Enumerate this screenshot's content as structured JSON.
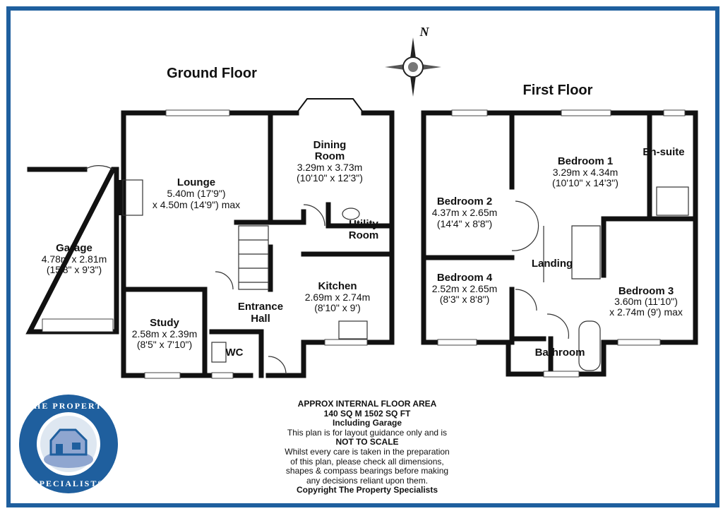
{
  "ground_floor": {
    "title": "Ground Floor",
    "rooms": {
      "lounge": {
        "name": "Lounge",
        "dim1": "5.40m (17'9\")",
        "dim2": "x 4.50m (14'9\") max"
      },
      "dining": {
        "name1": "Dining",
        "name2": "Room",
        "dim1": "3.29m x 3.73m",
        "dim2": "(10'10\" x 12'3\")"
      },
      "utility": {
        "name1": "Utility",
        "name2": "Room"
      },
      "kitchen": {
        "name": "Kitchen",
        "dim1": "2.69m x 2.74m",
        "dim2": "(8'10\" x 9')"
      },
      "hall": {
        "name1": "Entrance",
        "name2": "Hall"
      },
      "garage": {
        "name": "Garage",
        "dim1": "4.78m x 2.81m",
        "dim2": "(15'8\" x 9'3\")"
      },
      "study": {
        "name": "Study",
        "dim1": "2.58m x 2.39m",
        "dim2": "(8'5\" x 7'10\")"
      },
      "wc": {
        "name": "WC"
      }
    }
  },
  "first_floor": {
    "title": "First Floor",
    "rooms": {
      "bedroom1": {
        "name": "Bedroom 1",
        "dim1": "3.29m x 4.34m",
        "dim2": "(10'10\" x 14'3\")"
      },
      "ensuite": {
        "name": "En-suite"
      },
      "bedroom2": {
        "name": "Bedroom 2",
        "dim1": "4.37m x 2.65m",
        "dim2": "(14'4\" x 8'8\")"
      },
      "landing": {
        "name": "Landing"
      },
      "bedroom4": {
        "name": "Bedroom 4",
        "dim1": "2.52m x 2.65m",
        "dim2": "(8'3\" x 8'8\")"
      },
      "bedroom3": {
        "name": "Bedroom 3",
        "dim1": "3.60m (11'10\")",
        "dim2": "x 2.74m (9') max"
      },
      "bathroom": {
        "name": "Bathroom"
      }
    }
  },
  "compass": {
    "label": "N",
    "icon": "compass-rose-icon"
  },
  "logo": {
    "text_top": "THE PROPERTY",
    "text_bottom": "SPECIALISTS",
    "icon": "house-logo-icon"
  },
  "notes": {
    "line1": "APPROX INTERNAL FLOOR AREA",
    "line2": "140 SQ M 1502 SQ FT",
    "line3": "Including Garage",
    "line4": "This plan is for layout guidance only and is",
    "line5": "NOT TO SCALE",
    "line6": "Whilst every care is taken in the preparation",
    "line7": "of this plan, please check all dimensions,",
    "line8": "shapes & compass bearings before making",
    "line9": "any decisions reliant upon them.",
    "line10": "Copyright The Property Specialists"
  },
  "colors": {
    "frame": "#1f5f9e",
    "walls": "#111111"
  }
}
